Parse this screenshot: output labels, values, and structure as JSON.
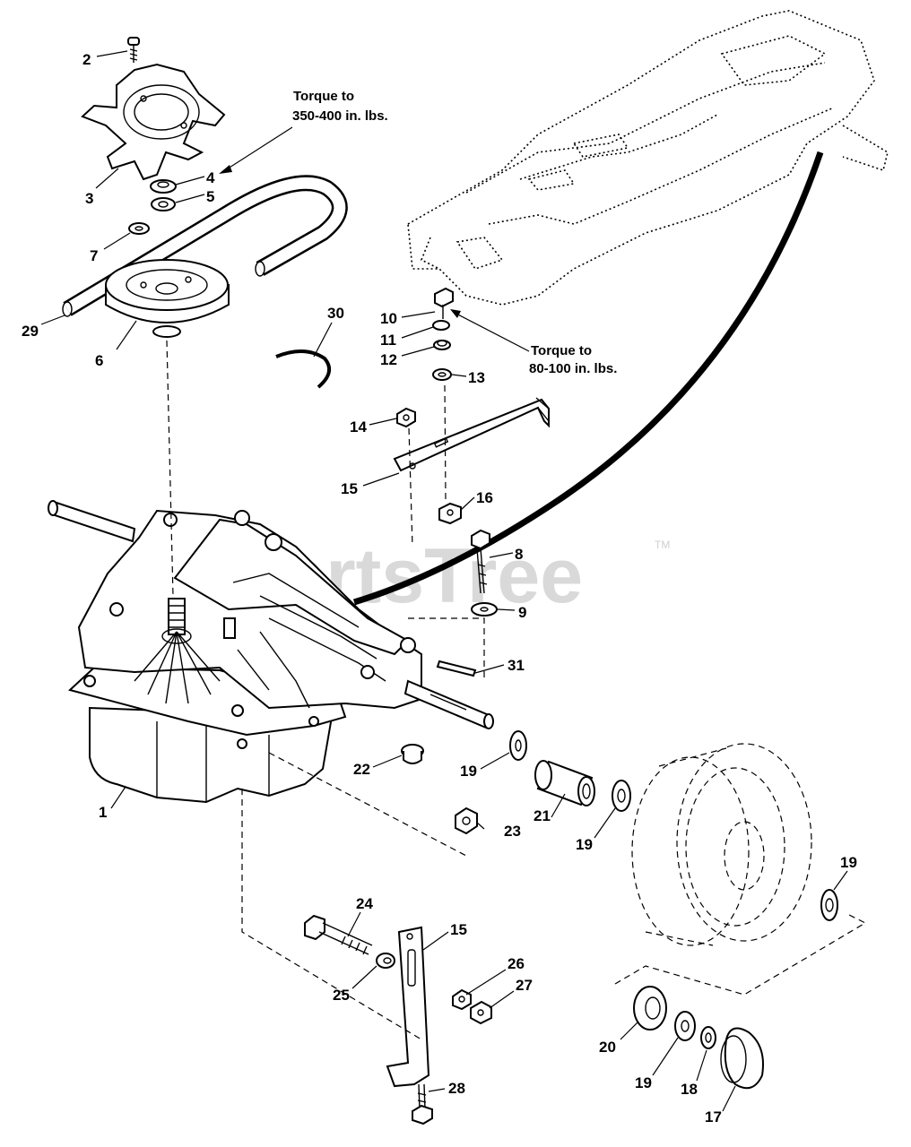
{
  "watermark": {
    "text": "PartsTree",
    "trademark": "TM"
  },
  "notes": {
    "torque_fan": [
      "Torque to",
      "350-400 in. lbs."
    ],
    "torque_bracket": [
      "Torque to",
      "80-100 in. lbs."
    ]
  },
  "callouts": {
    "c1": "1",
    "c2": "2",
    "c3": "3",
    "c4": "4",
    "c5": "5",
    "c6": "6",
    "c7": "7",
    "c8": "8",
    "c9": "9",
    "c10": "10",
    "c11": "11",
    "c12": "12",
    "c13": "13",
    "c14": "14",
    "c15a": "15",
    "c15b": "15",
    "c16": "16",
    "c17": "17",
    "c18": "18",
    "c19a": "19",
    "c19b": "19",
    "c19c": "19",
    "c19d": "19",
    "c20": "20",
    "c21": "21",
    "c22": "22",
    "c23": "23",
    "c24": "24",
    "c25": "25",
    "c26": "26",
    "c27": "27",
    "c28": "28",
    "c29": "29",
    "c30": "30",
    "c31": "31"
  }
}
